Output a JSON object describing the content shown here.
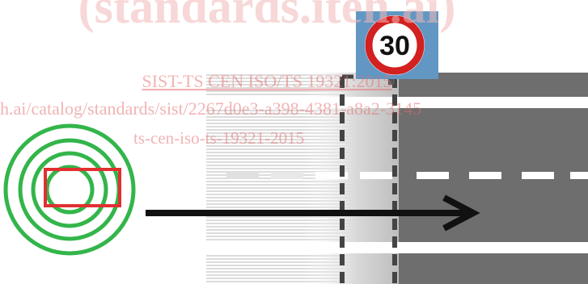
{
  "watermark": {
    "title": "(standards.iteh.ai)",
    "code": "SIST-TS CEN ISO/TS 19321:2015",
    "url": "h.ai/catalog/standards/sist/2267d0e3-a398-4381-a8a2-3145",
    "slug": "ts-cen-iso-ts-19321-2015"
  },
  "speed_sign": {
    "value": "30"
  },
  "colors": {
    "road": "#6e6e6e",
    "roadFaded": "#c9c9c9",
    "laneMark": "#ffffff",
    "vehicleBox": "#e03030",
    "rangeRings": "#33b54a",
    "arrow": "#111111",
    "signRing": "#d32020"
  }
}
